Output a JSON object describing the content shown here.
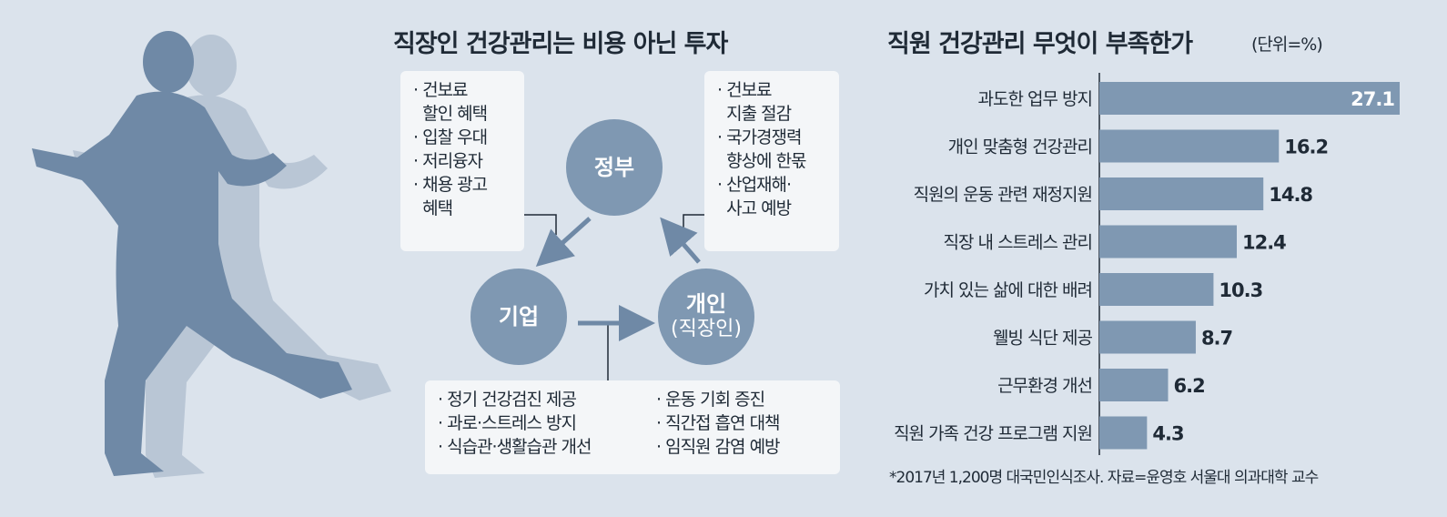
{
  "diagram": {
    "title": "직장인 건강관리는 비용 아닌 투자",
    "nodes": {
      "government": "정부",
      "corporation": "기업",
      "individual": "개인",
      "individual_sub": "(직장인)"
    },
    "box_left": [
      "건보료",
      "할인 혜택",
      "입찰 우대",
      "저리융자",
      "채용 광고",
      "혜택"
    ],
    "box_right": [
      "건보료",
      "지출 절감",
      "국가경쟁력",
      "향상에 한몫",
      "산업재해·",
      "사고 예방"
    ],
    "box_bottom_col1": [
      "정기 건강검진 제공",
      "과로·스트레스 방지",
      "식습관·생활습관 개선"
    ],
    "box_bottom_col2": [
      "운동 기회 증진",
      "직간접 흡연 대책",
      "임직원 감염 예방"
    ]
  },
  "chart_data": {
    "type": "bar",
    "orientation": "horizontal",
    "title": "직원 건강관리 무엇이 부족한가",
    "unit": "(단위=%)",
    "categories": [
      "과도한 업무 방지",
      "개인 맞춤형 건강관리",
      "직원의 운동 관련 재정지원",
      "직장 내 스트레스 관리",
      "가치 있는 삶에 대한 배려",
      "웰빙 식단 제공",
      "근무환경 개선",
      "직원 가족 건강 프로그램 지원"
    ],
    "values": [
      27.1,
      16.2,
      14.8,
      12.4,
      10.3,
      8.7,
      6.2,
      4.3
    ],
    "value_labels": [
      "27.1",
      "16.2",
      "14.8",
      "12.4",
      "10.3",
      "8.7",
      "6.2",
      "4.3"
    ],
    "xlim": [
      0,
      27.1
    ],
    "bar_color": "#7f98b2"
  },
  "source": "*2017년 1,200명 대국민인식조사. 자료=윤영호 서울대 의과대학 교수",
  "colors": {
    "background": "#dbe3ec",
    "accent": "#7f98b2",
    "box": "#f4f6f8"
  }
}
